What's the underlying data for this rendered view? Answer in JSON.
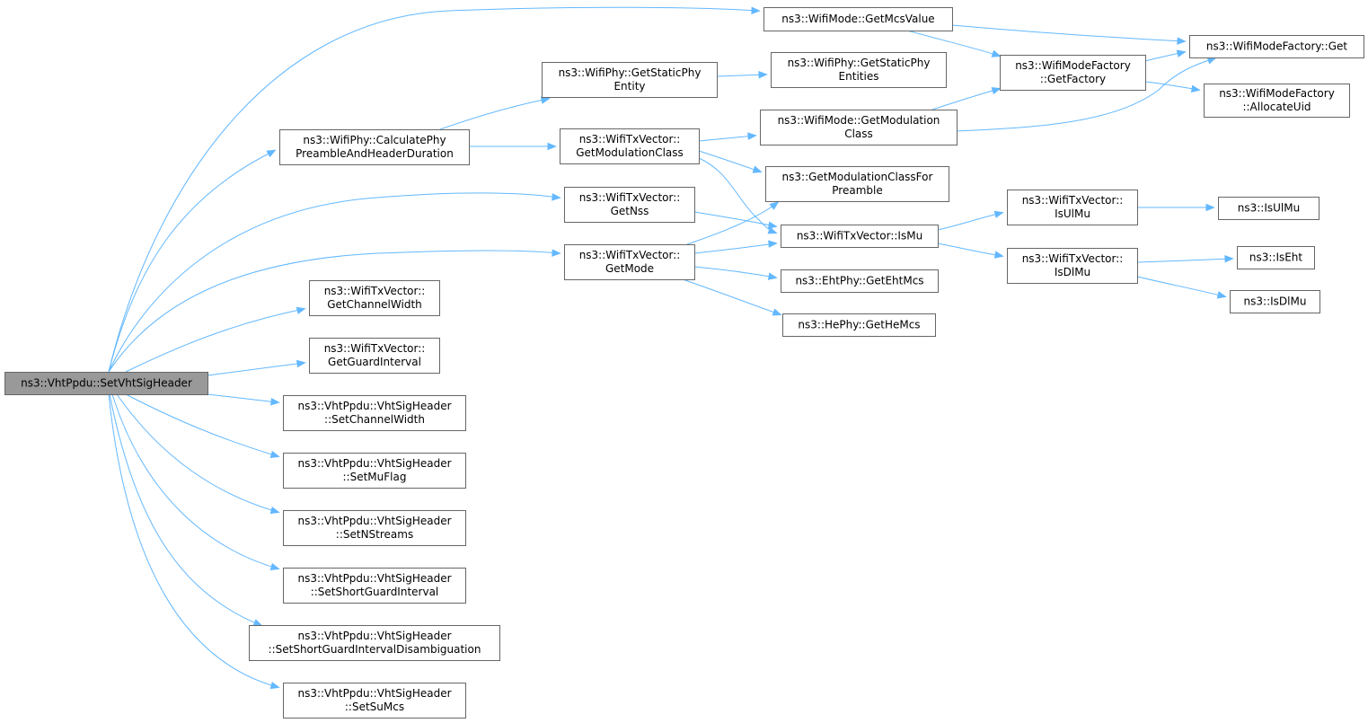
{
  "diagram": {
    "type": "call-graph",
    "edge_color": "#63b8ff",
    "node_border_color": "#666666",
    "root_fill_color": "#999999",
    "root": "root",
    "nodes": [
      {
        "id": "root",
        "lines": [
          "ns3::VhtPpdu::SetVhtSigHeader"
        ]
      },
      {
        "id": "calcPhy",
        "lines": [
          "ns3::WifiPhy::CalculatePhy",
          "PreambleAndHeaderDuration"
        ]
      },
      {
        "id": "getNss",
        "lines": [
          "ns3::WifiTxVector::",
          "GetNss"
        ]
      },
      {
        "id": "getMode",
        "lines": [
          "ns3::WifiTxVector::",
          "GetMode"
        ]
      },
      {
        "id": "getChanWidth",
        "lines": [
          "ns3::WifiTxVector::",
          "GetChannelWidth"
        ]
      },
      {
        "id": "getGuardInt",
        "lines": [
          "ns3::WifiTxVector::",
          "GetGuardInterval"
        ]
      },
      {
        "id": "setChanWidth",
        "lines": [
          "ns3::VhtPpdu::VhtSigHeader",
          "::SetChannelWidth"
        ]
      },
      {
        "id": "setMuFlag",
        "lines": [
          "ns3::VhtPpdu::VhtSigHeader",
          "::SetMuFlag"
        ]
      },
      {
        "id": "setNStreams",
        "lines": [
          "ns3::VhtPpdu::VhtSigHeader",
          "::SetNStreams"
        ]
      },
      {
        "id": "setSGI",
        "lines": [
          "ns3::VhtPpdu::VhtSigHeader",
          "::SetShortGuardInterval"
        ]
      },
      {
        "id": "setSGIDis",
        "lines": [
          "ns3::VhtPpdu::VhtSigHeader",
          "::SetShortGuardIntervalDisambiguation"
        ]
      },
      {
        "id": "setSuMcs",
        "lines": [
          "ns3::VhtPpdu::VhtSigHeader",
          "::SetSuMcs"
        ]
      },
      {
        "id": "getMcsValue",
        "lines": [
          "ns3::WifiMode::GetMcsValue"
        ]
      },
      {
        "id": "getStaticPhyEntity",
        "lines": [
          "ns3::WifiPhy::GetStaticPhy",
          "Entity"
        ]
      },
      {
        "id": "getStaticPhyEntities",
        "lines": [
          "ns3::WifiPhy::GetStaticPhy",
          "Entities"
        ]
      },
      {
        "id": "txGetModClass",
        "lines": [
          "ns3::WifiTxVector::",
          "GetModulationClass"
        ]
      },
      {
        "id": "modeGetModClass",
        "lines": [
          "ns3::WifiMode::GetModulation",
          "Class"
        ]
      },
      {
        "id": "getModClassForPreamble",
        "lines": [
          "ns3::GetModulationClassFor",
          "Preamble"
        ]
      },
      {
        "id": "isMu",
        "lines": [
          "ns3::WifiTxVector::IsMu"
        ]
      },
      {
        "id": "getEhtMcs",
        "lines": [
          "ns3::EhtPhy::GetEhtMcs"
        ]
      },
      {
        "id": "getHeMcs",
        "lines": [
          "ns3::HePhy::GetHeMcs"
        ]
      },
      {
        "id": "factGetFactory",
        "lines": [
          "ns3::WifiModeFactory",
          "::GetFactory"
        ]
      },
      {
        "id": "factGet",
        "lines": [
          "ns3::WifiModeFactory::Get"
        ]
      },
      {
        "id": "factAllocUid",
        "lines": [
          "ns3::WifiModeFactory",
          "::AllocateUid"
        ]
      },
      {
        "id": "isUlMuVec",
        "lines": [
          "ns3::WifiTxVector::",
          "IsUlMu"
        ]
      },
      {
        "id": "isDlMuVec",
        "lines": [
          "ns3::WifiTxVector::",
          "IsDlMu"
        ]
      },
      {
        "id": "isUlMu",
        "lines": [
          "ns3::IsUlMu"
        ]
      },
      {
        "id": "isEht",
        "lines": [
          "ns3::IsEht"
        ]
      },
      {
        "id": "isDlMu",
        "lines": [
          "ns3::IsDlMu"
        ]
      }
    ],
    "edges": [
      [
        "root",
        "getMcsValue"
      ],
      [
        "root",
        "calcPhy"
      ],
      [
        "root",
        "getNss"
      ],
      [
        "root",
        "getMode"
      ],
      [
        "root",
        "getChanWidth"
      ],
      [
        "root",
        "getGuardInt"
      ],
      [
        "root",
        "setChanWidth"
      ],
      [
        "root",
        "setMuFlag"
      ],
      [
        "root",
        "setNStreams"
      ],
      [
        "root",
        "setSGI"
      ],
      [
        "root",
        "setSGIDis"
      ],
      [
        "root",
        "setSuMcs"
      ],
      [
        "calcPhy",
        "getStaticPhyEntity"
      ],
      [
        "calcPhy",
        "txGetModClass"
      ],
      [
        "getStaticPhyEntity",
        "getStaticPhyEntities"
      ],
      [
        "getMcsValue",
        "factGet"
      ],
      [
        "getMcsValue",
        "factGetFactory"
      ],
      [
        "txGetModClass",
        "modeGetModClass"
      ],
      [
        "txGetModClass",
        "getModClassForPreamble"
      ],
      [
        "txGetModClass",
        "isMu"
      ],
      [
        "getNss",
        "isMu"
      ],
      [
        "getMode",
        "getModClassForPreamble"
      ],
      [
        "getMode",
        "isMu"
      ],
      [
        "getMode",
        "getEhtMcs"
      ],
      [
        "getMode",
        "getHeMcs"
      ],
      [
        "modeGetModClass",
        "factGetFactory"
      ],
      [
        "modeGetModClass",
        "factGet"
      ],
      [
        "factGetFactory",
        "factGet"
      ],
      [
        "factGetFactory",
        "factAllocUid"
      ],
      [
        "isMu",
        "isUlMuVec"
      ],
      [
        "isMu",
        "isDlMuVec"
      ],
      [
        "isUlMuVec",
        "isUlMu"
      ],
      [
        "isDlMuVec",
        "isEht"
      ],
      [
        "isDlMuVec",
        "isDlMu"
      ]
    ]
  }
}
